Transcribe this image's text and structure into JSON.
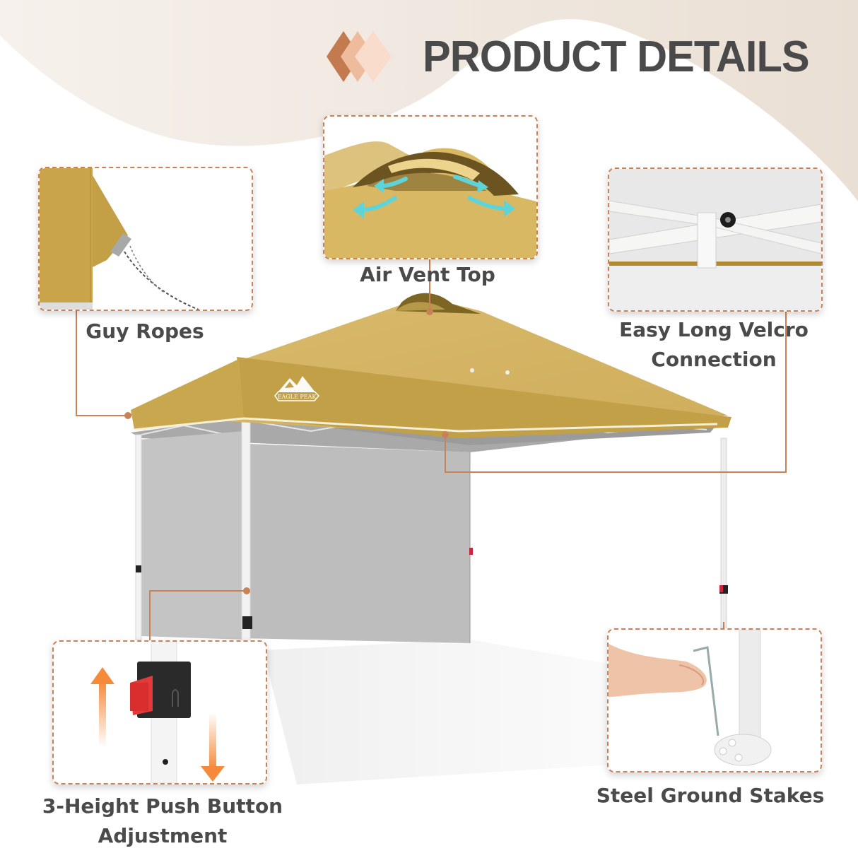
{
  "header": {
    "title": "PRODUCT DETAILS",
    "diamond_colors": [
      "#c47a4f",
      "#eebb9c",
      "#f9dccb"
    ]
  },
  "brand": {
    "logo_text": "EAGLE PEAK"
  },
  "features": [
    {
      "id": "guy-ropes",
      "label": "Guy Ropes"
    },
    {
      "id": "air-vent-top",
      "label": "Air Vent Top"
    },
    {
      "id": "velcro-connection",
      "label_line1": "Easy Long Velcro",
      "label_line2": "Connection"
    },
    {
      "id": "push-button",
      "label_line1": "3-Height Push Button",
      "label_line2": "Adjustment"
    },
    {
      "id": "ground-stakes",
      "label": "Steel Ground Stakes"
    }
  ],
  "colors": {
    "canopy": "#d2b160",
    "canopy_dark": "#b9963e",
    "sidewall": "#bdbdbd",
    "accent": "#c98156",
    "connector": "#c98156",
    "text": "#4a4a4a",
    "vent_arrow": "#5fd4d8",
    "height_arrow": "#f58a3a"
  }
}
